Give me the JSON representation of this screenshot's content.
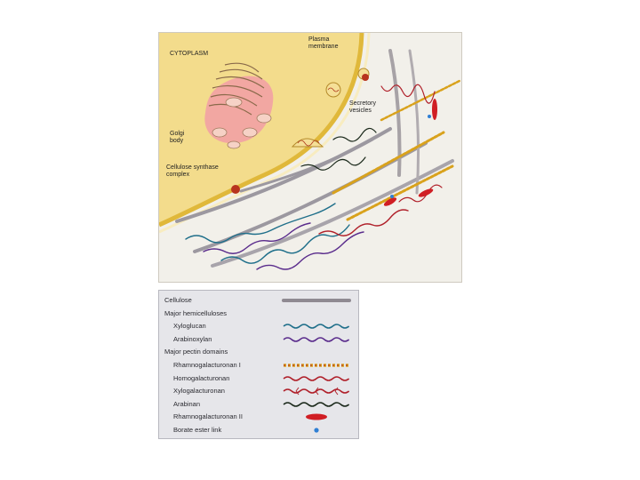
{
  "diagram": {
    "labels": {
      "cytoplasm": "CYTOPLASM",
      "plasma_membrane": [
        "Plasma",
        "membrane"
      ],
      "secretory_vesicles": [
        "Secretory",
        "vesicles"
      ],
      "golgi_body": [
        "Golgi",
        "body"
      ],
      "cellulose_synthase_complex": [
        "Cellulose synthase",
        "complex"
      ]
    }
  },
  "legend": {
    "items": [
      {
        "label": "Cellulose",
        "level": 0,
        "style": "cellulose",
        "color": "#8f8a92"
      },
      {
        "label": "Major hemicelluloses",
        "level": 0,
        "style": "none"
      },
      {
        "label": "Xyloglucan",
        "level": 1,
        "style": "wave",
        "color": "#1f6f8a"
      },
      {
        "label": "Arabinoxylan",
        "level": 1,
        "style": "wave",
        "color": "#5a2c8c"
      },
      {
        "label": "Major pectin domains",
        "level": 0,
        "style": "none"
      },
      {
        "label": "Rhamnogalacturonan I",
        "level": 1,
        "style": "rg1",
        "color": "#d9a21c"
      },
      {
        "label": "Homogalacturonan",
        "level": 1,
        "style": "wave",
        "color": "#b0202a"
      },
      {
        "label": "Xylogalacturonan",
        "level": 1,
        "style": "xgal",
        "color": "#b0202a"
      },
      {
        "label": "Arabinan",
        "level": 1,
        "style": "wave",
        "color": "#1c2a1c"
      },
      {
        "label": "Rhamnogalacturonan II",
        "level": 1,
        "style": "ellipse",
        "color": "#d01e24"
      },
      {
        "label": "Borate ester link",
        "level": 1,
        "style": "dot",
        "color": "#2f7fd4"
      }
    ]
  }
}
